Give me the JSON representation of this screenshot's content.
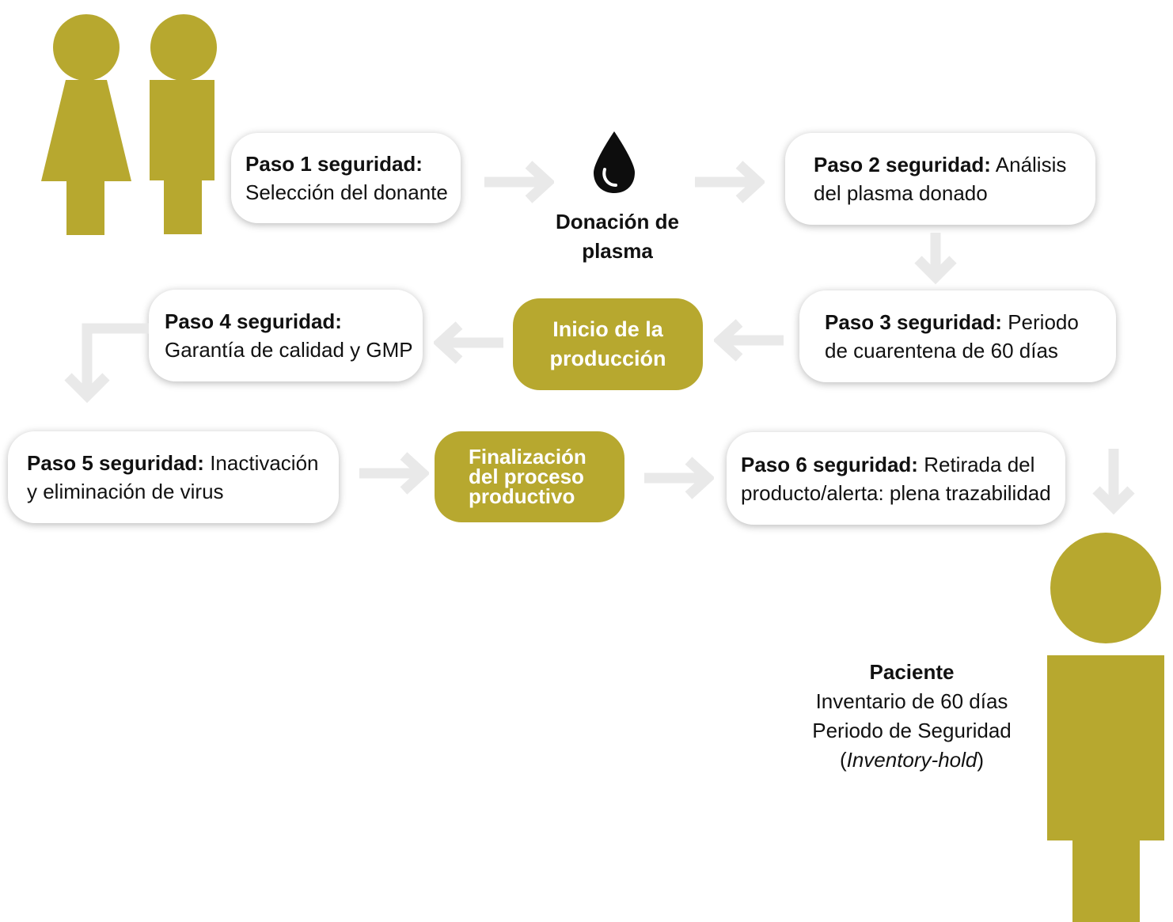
{
  "colors": {
    "accent": "#b7a82f",
    "arrow": "#e9e9e9",
    "text": "#111111"
  },
  "icons": {
    "donors": "donor-figures-icon",
    "drop": "plasma-drop-icon",
    "patient": "patient-figure-icon"
  },
  "steps": {
    "s1": {
      "bold": "Paso 1 seguridad:",
      "line1": "",
      "line2": "Selección del donante"
    },
    "s2": {
      "bold": "Paso 2 seguridad:",
      "line1": "Análisis",
      "line2": "del plasma donado"
    },
    "s3": {
      "bold": "Paso 3 seguridad:",
      "line1": "Periodo",
      "line2": "de cuarentena de 60 días"
    },
    "s4": {
      "bold": "Paso 4 seguridad:",
      "line1": "",
      "line2": "Garantía de calidad y GMP"
    },
    "s5": {
      "bold": "Paso 5 seguridad:",
      "line1": "Inactivación",
      "line2": "y eliminación de virus"
    },
    "s6": {
      "bold": "Paso 6 seguridad:",
      "line1": "Retirada del",
      "line2": "producto/alerta: plena trazabilidad"
    }
  },
  "donation": {
    "line1": "Donación de",
    "line2": "plasma"
  },
  "production_start": {
    "line1": "Inicio de la",
    "line2": "producción"
  },
  "production_end": {
    "line1": "Finalización",
    "line2": "del proceso",
    "line3": "productivo"
  },
  "patient": {
    "title": "Paciente",
    "line1": "Inventario de 60 días",
    "line2": "Periodo de Seguridad",
    "open_paren": "(",
    "italic": "Inventory-hold",
    "close_paren": ")"
  }
}
